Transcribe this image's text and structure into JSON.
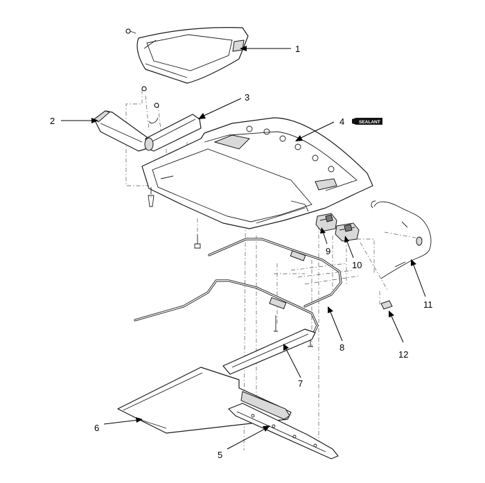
{
  "callouts": [
    {
      "id": "1",
      "label": "1"
    },
    {
      "id": "2",
      "label": "2"
    },
    {
      "id": "3",
      "label": "3"
    },
    {
      "id": "4",
      "label": "4"
    },
    {
      "id": "5",
      "label": "5"
    },
    {
      "id": "6",
      "label": "6"
    },
    {
      "id": "7",
      "label": "7"
    },
    {
      "id": "8",
      "label": "8"
    },
    {
      "id": "9",
      "label": "9"
    },
    {
      "id": "10",
      "label": "10"
    },
    {
      "id": "11",
      "label": "11"
    },
    {
      "id": "12",
      "label": "12"
    }
  ],
  "badge": {
    "text": "SEALANT"
  }
}
